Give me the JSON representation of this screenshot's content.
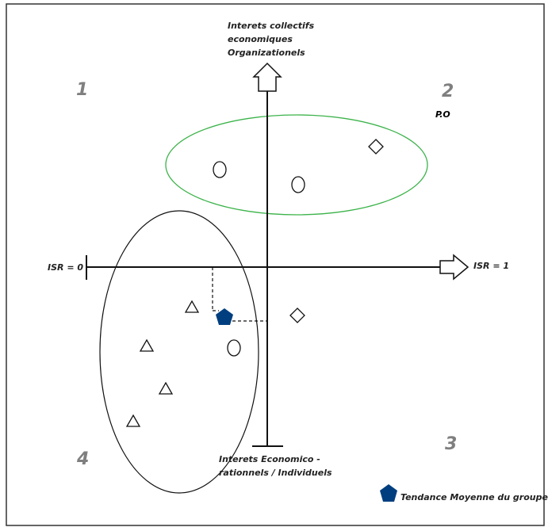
{
  "axes": {
    "top_label": [
      "Interets collectifs",
      "economiques",
      "Organizationels"
    ],
    "bottom_label": [
      "Interets Economico -",
      "rationnels / Individuels"
    ],
    "left_label": "ISR = 0",
    "right_label": "ISR = 1"
  },
  "quadrants": {
    "q1": "1",
    "q2": "2",
    "q3": "3",
    "q4": "4"
  },
  "po_label": "P.O",
  "legend": {
    "label": "Tendance Moyenne du groupe",
    "color": "#003f7f"
  },
  "colors": {
    "green_group": "#3cb34a",
    "quadrant_numbers": "#7f7f7f"
  }
}
